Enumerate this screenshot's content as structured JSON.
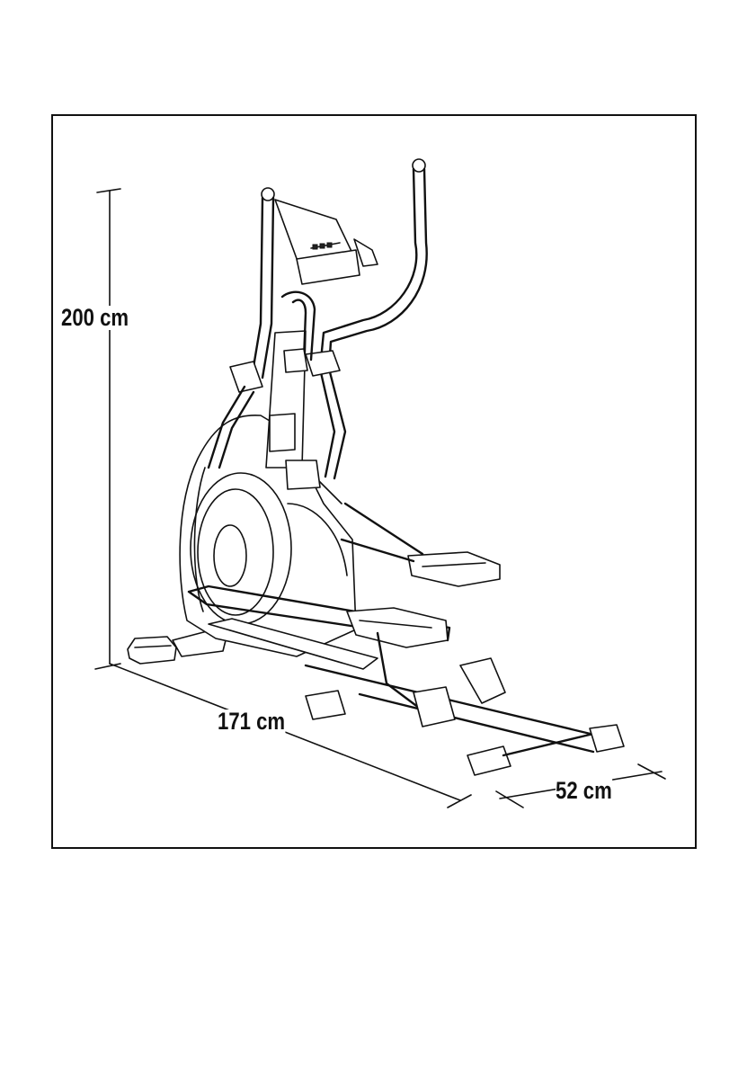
{
  "dimensions": {
    "height": "200 cm",
    "length": "171 cm",
    "width": "52 cm"
  },
  "colors": {
    "line": "#111111",
    "background": "#ffffff"
  }
}
